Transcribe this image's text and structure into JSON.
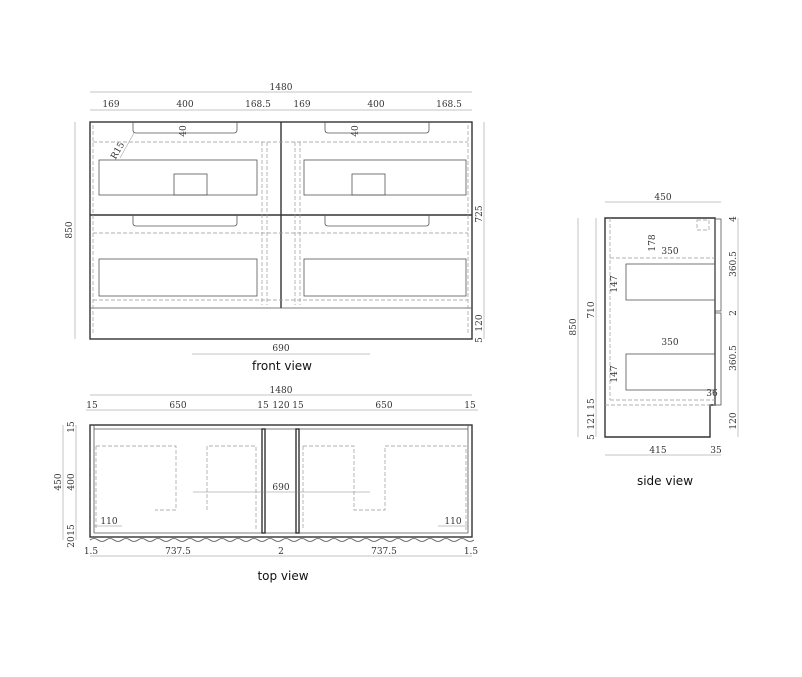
{
  "front_view": {
    "caption": "front view",
    "overall_width": "1480",
    "top_dims": [
      "169",
      "400",
      "168.5",
      "169",
      "400",
      "168.5"
    ],
    "handle_depth": [
      "40",
      "40"
    ],
    "radius": "R15",
    "overall_height": "850",
    "right_dims": [
      "725",
      "120",
      "5"
    ],
    "basin_spacing": "690"
  },
  "top_view": {
    "caption": "top view",
    "overall_width": "1480",
    "top_dims": [
      "15",
      "650",
      "15",
      "120",
      "15",
      "650",
      "15"
    ],
    "left_dims": [
      "450",
      "400",
      "15",
      "20",
      "15"
    ],
    "basin_spacing": "690",
    "notch_dims": [
      "110",
      "110"
    ],
    "bottom_dims": [
      "1.5",
      "737.5",
      "2",
      "737.5",
      "1.5"
    ]
  },
  "side_view": {
    "caption": "side view",
    "overall_depth": "450",
    "left_dims": [
      "850",
      "710",
      "15",
      "121",
      "5"
    ],
    "inner_dims": [
      "178",
      "350",
      "147",
      "350",
      "147",
      "36"
    ],
    "right_dims": [
      "4",
      "360.5",
      "2",
      "360.5",
      "120"
    ],
    "bottom_dims": [
      "415",
      "35"
    ]
  }
}
